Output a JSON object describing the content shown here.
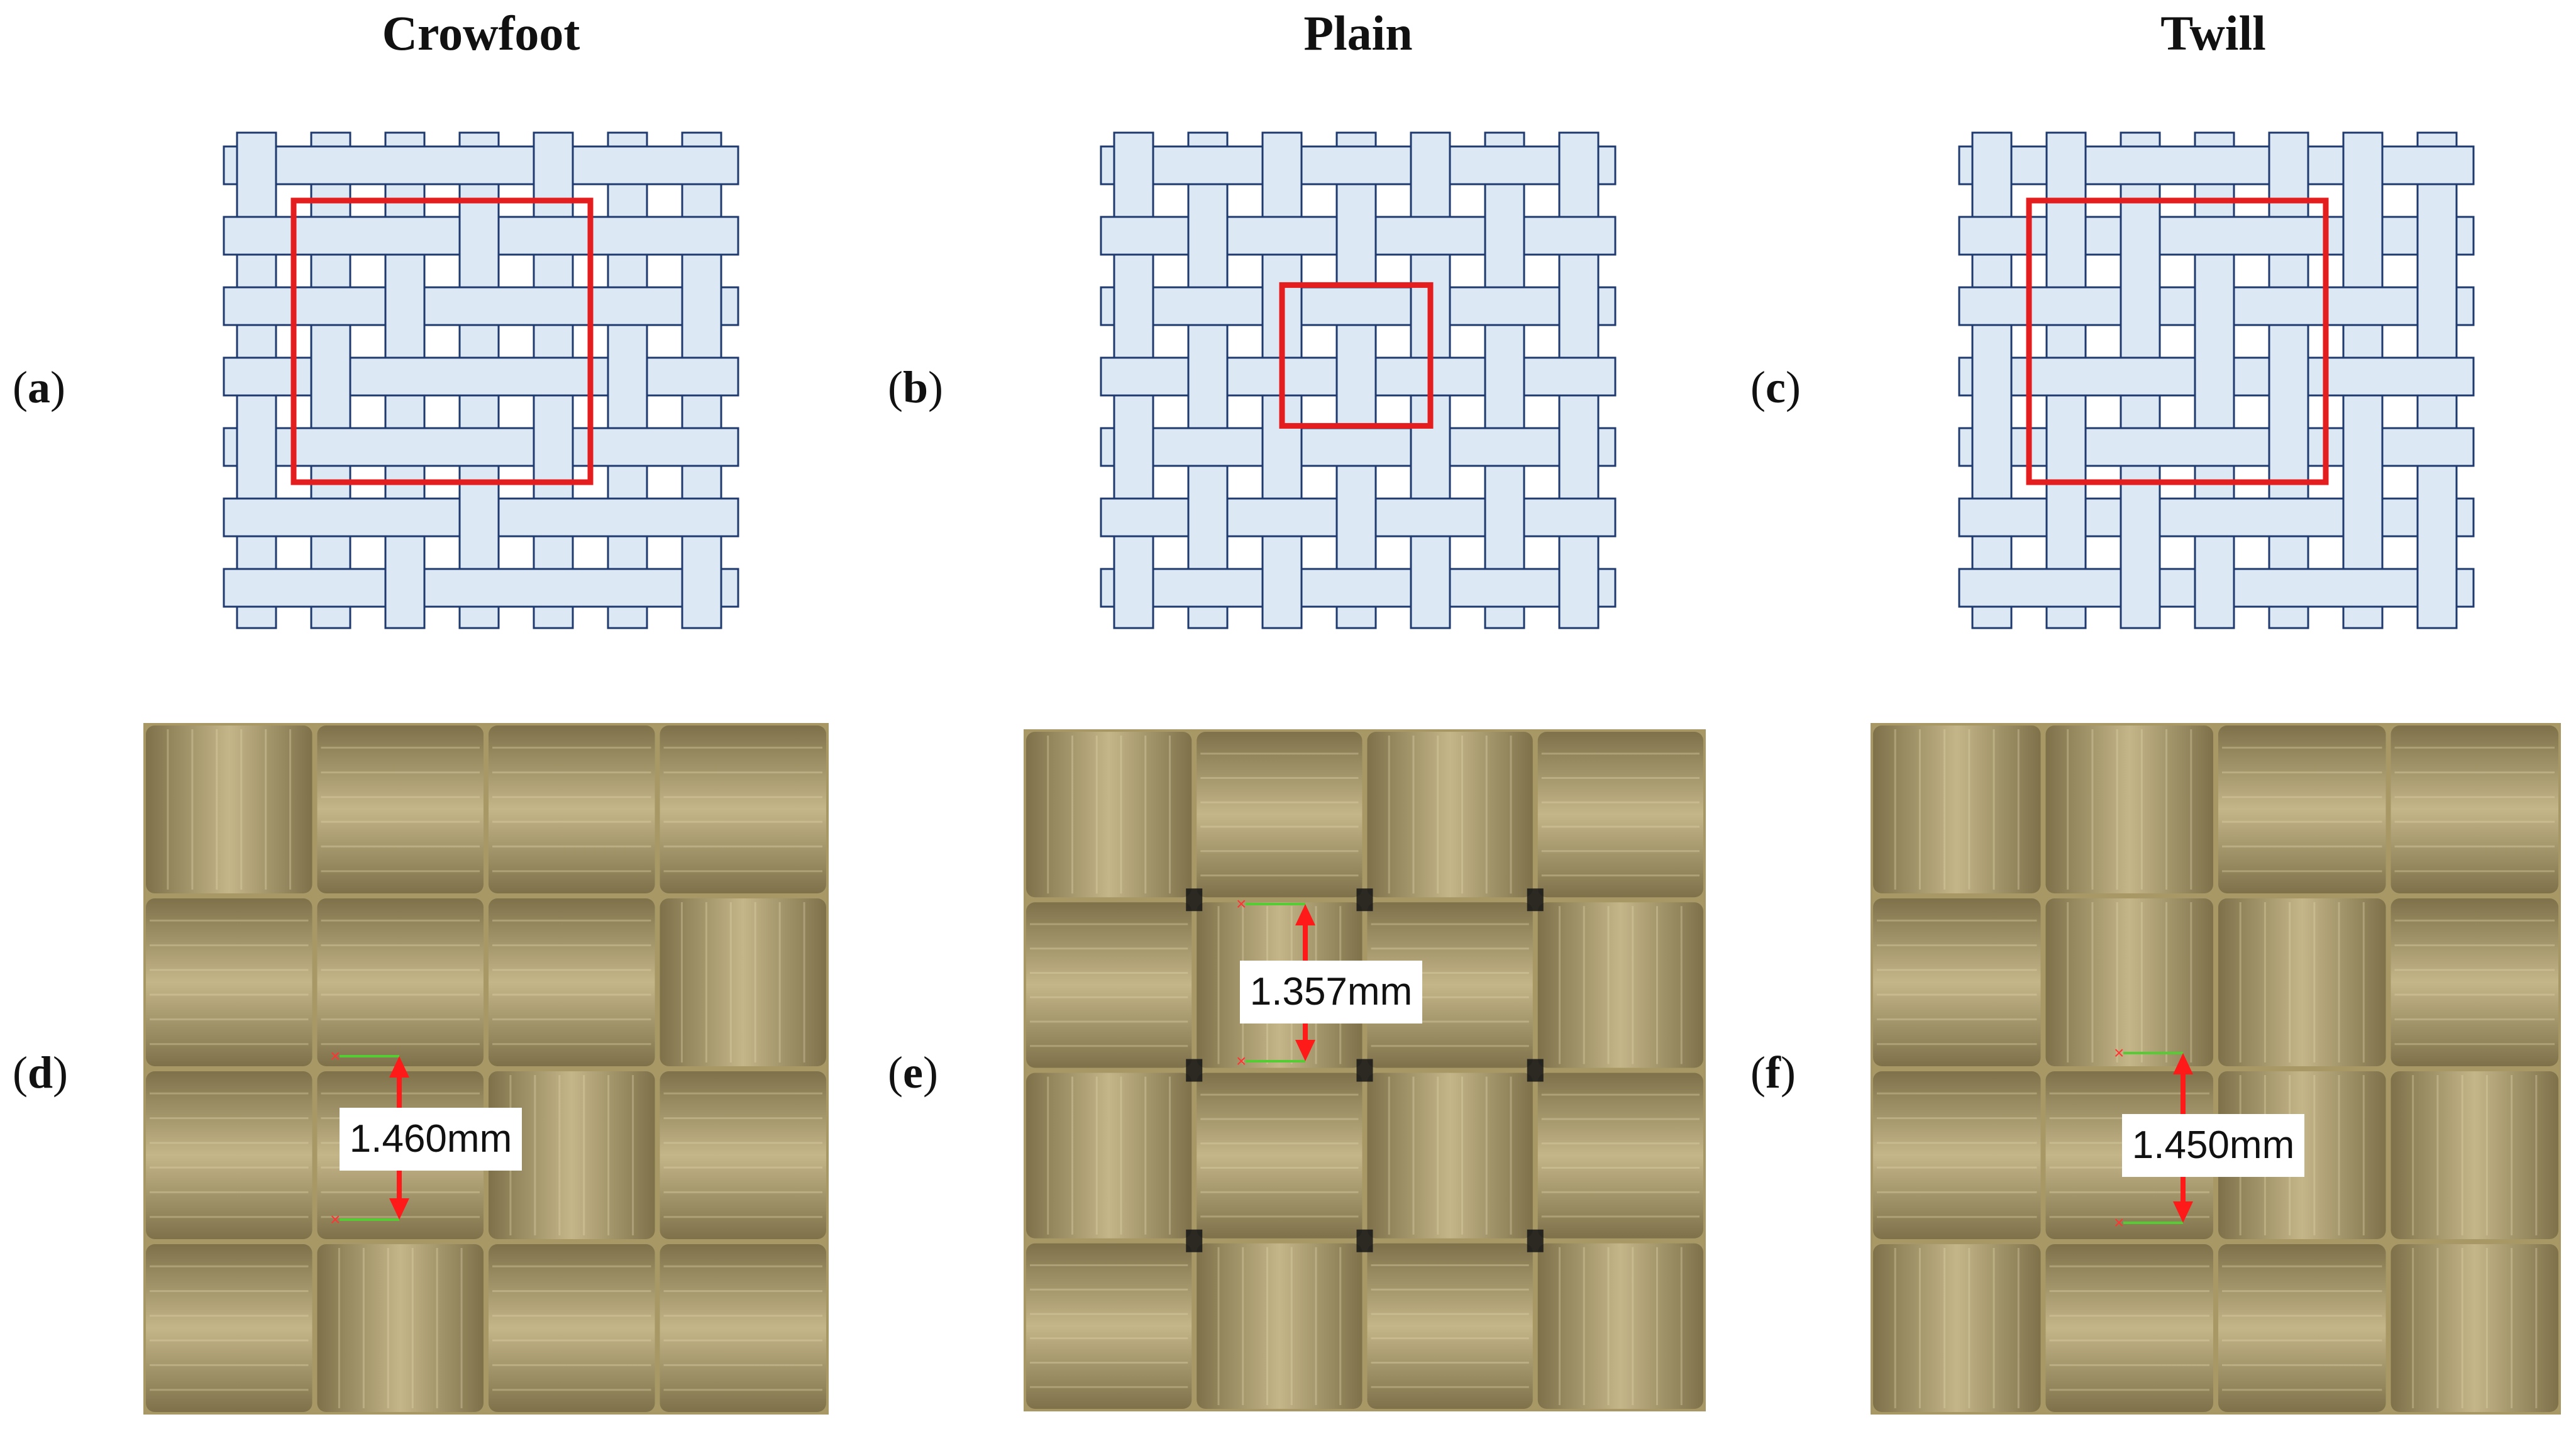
{
  "columns": [
    {
      "title": "Crowfoot",
      "schematic_label": "a",
      "photo_label": "d",
      "measurement": "1.460mm"
    },
    {
      "title": "Plain",
      "schematic_label": "b",
      "photo_label": "e",
      "measurement": "1.357mm"
    },
    {
      "title": "Twill",
      "schematic_label": "c",
      "photo_label": "f",
      "measurement": "1.450mm"
    }
  ],
  "colors": {
    "yarn_fill": "#dce8f3",
    "yarn_stroke": "#1f3a6e",
    "unit_cell": "#e41e1e",
    "arrow": "#ff1a1a",
    "marker": "#ff3333",
    "guide_line": "#55cc33",
    "fabric_base": "#a89866",
    "fabric_light": "#c7b98c",
    "fabric_dark": "#7a6d47"
  },
  "weave_patterns": {
    "crowfoot": "satin-4",
    "plain": "plain",
    "twill": "twill-2x2"
  }
}
